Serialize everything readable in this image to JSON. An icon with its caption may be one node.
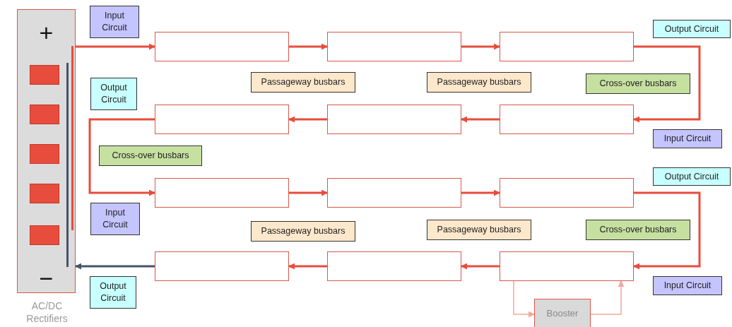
{
  "diagram": {
    "nodes": [
      {
        "text": [
          "+",
          "−",
          "AC/DC Rectifiers"
        ]
      },
      {
        "text": [],
        "shape": "box"
      },
      {
        "text": [],
        "shape": "box"
      },
      {
        "text": [],
        "shape": "box"
      },
      {
        "text": [],
        "shape": "box"
      },
      {
        "text": [],
        "shape": "box"
      },
      {
        "text": [],
        "shape": "box"
      },
      {
        "text": [],
        "shape": "box"
      },
      {
        "text": [],
        "shape": "box"
      },
      {
        "text": [],
        "shape": "box"
      },
      {
        "text": [],
        "shape": "box"
      },
      {
        "text": [],
        "shape": "box"
      },
      {
        "text": [],
        "shape": "box"
      },
      {
        "text": [
          "Booster"
        ]
      },
      {
        "text": [
          "Input Circuit"
        ]
      },
      {
        "text": [
          "Output Circuit"
        ]
      },
      {
        "text": [
          "Passageway busbars"
        ]
      },
      {
        "text": [
          "Passageway busbars"
        ]
      },
      {
        "text": [
          "Cross-over busbars"
        ]
      },
      {
        "text": [
          "Output Circuit"
        ]
      },
      {
        "text": [
          "Input Circuit"
        ]
      },
      {
        "text": [
          "Cross-over busbars"
        ]
      },
      {
        "text": [
          "Output Circuit"
        ]
      },
      {
        "text": [
          "Input Circuit"
        ]
      },
      {
        "text": [
          "Passageway busbars"
        ]
      },
      {
        "text": [
          "Passageway busbars"
        ]
      },
      {
        "text": [
          "Cross-over busbars"
        ]
      },
      {
        "text": [
          "Input Circuit"
        ]
      },
      {
        "text": [
          "Output Circuit"
        ]
      }
    ],
    "edges": [
      {
        "from": 0,
        "to": 1,
        "arrow": "to"
      },
      {
        "from": 1,
        "to": 2,
        "arrow": "to"
      },
      {
        "from": 2,
        "to": 3,
        "arrow": "to"
      },
      {
        "from": 3,
        "to": 6,
        "arrow": "to"
      },
      {
        "from": 6,
        "to": 5,
        "arrow": "to"
      },
      {
        "from": 5,
        "to": 4,
        "arrow": "to"
      },
      {
        "from": 4,
        "to": 7,
        "arrow": "to"
      },
      {
        "from": 7,
        "to": 8,
        "arrow": "to"
      },
      {
        "from": 8,
        "to": 9,
        "arrow": "to"
      },
      {
        "from": 9,
        "to": 12,
        "arrow": "to"
      },
      {
        "from": 12,
        "to": 11,
        "arrow": "to"
      },
      {
        "from": 11,
        "to": 10,
        "arrow": "to"
      },
      {
        "from": 10,
        "to": 0,
        "arrow": "to",
        "color": "#44546a"
      },
      {
        "from": 12,
        "to": 13,
        "arrow": "to",
        "color": "#f4a7a0"
      },
      {
        "from": 13,
        "to": 12,
        "arrow": "to",
        "color": "#f4a7a0"
      }
    ]
  }
}
